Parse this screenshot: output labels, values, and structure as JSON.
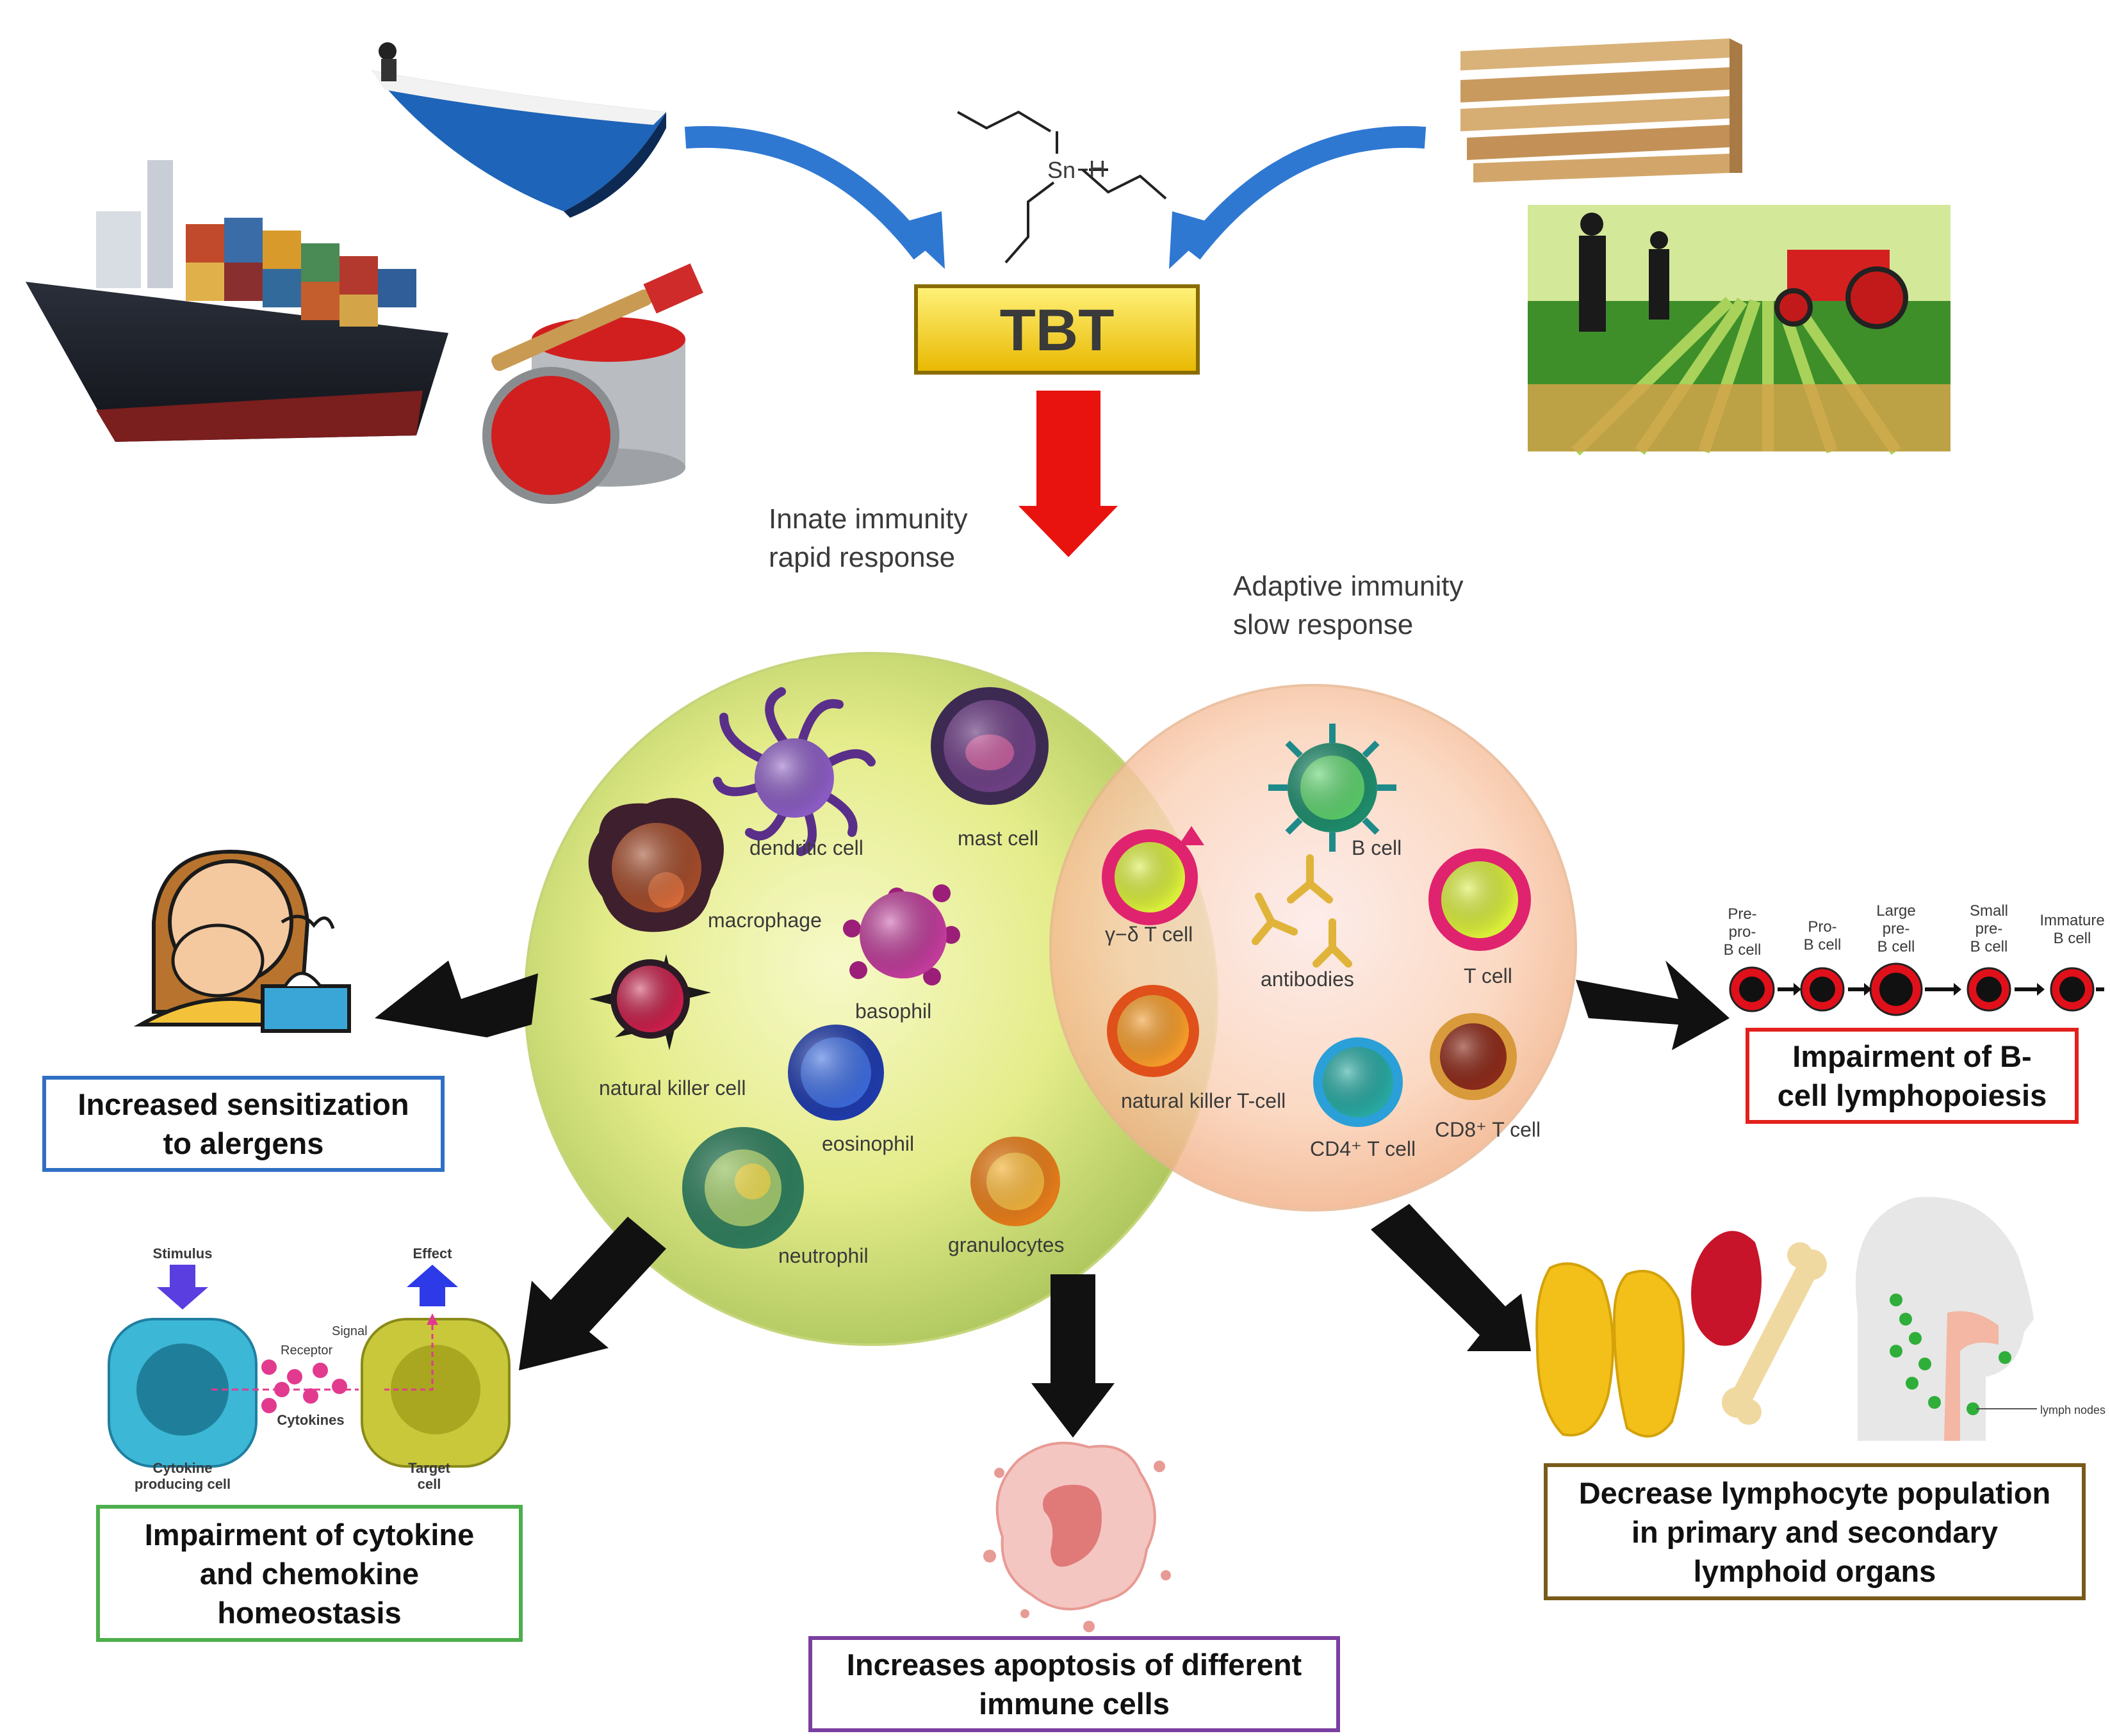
{
  "center": {
    "label": "TBT",
    "formula_sn": "Sn",
    "formula_h": "H"
  },
  "circles": {
    "innate": {
      "line1": "Innate immunity",
      "line2": "rapid response"
    },
    "adaptive": {
      "line1": "Adaptive immunity",
      "line2": "slow response"
    }
  },
  "cells": {
    "dendritic": "dendritic cell",
    "mast": "mast cell",
    "macrophage": "macrophage",
    "basophil": "basophil",
    "nk": "natural killer cell",
    "eosinophil": "eosinophil",
    "neutrophil": "neutrophil",
    "granulocytes": "granulocytes",
    "gamma_delta": "γ−δ T cell",
    "b_cell": "B cell",
    "antibodies": "antibodies",
    "t_cell": "T cell",
    "nkt": "natural killer T-cell",
    "cd4": "CD4⁺ T cell",
    "cd8": "CD8⁺ T cell"
  },
  "bcell_stages": [
    {
      "l1": "Pre-",
      "l2": "pro-",
      "l3": "B cell"
    },
    {
      "l1": "Pro-",
      "l2": "B cell",
      "l3": ""
    },
    {
      "l1": "Large",
      "l2": "pre-",
      "l3": "B cell"
    },
    {
      "l1": "Small",
      "l2": "pre-",
      "l3": "B cell"
    },
    {
      "l1": "Immature",
      "l2": "B cell",
      "l3": ""
    }
  ],
  "cytokine": {
    "stimulus": "Stimulus",
    "effect": "Effect",
    "signal": "Signal",
    "receptor": "Receptor",
    "cytokines": "Cytokines",
    "producing1": "Cytokine",
    "producing2": "producing cell",
    "target1": "Target",
    "target2": "cell"
  },
  "lymph_nodes": "lymph nodes",
  "outcomes": {
    "allergens": "Increased sensitization\nto alergens",
    "bcell": "Impairment of B-\ncell lymphopoiesis",
    "cytokine": "Impairment of cytokine\nand chemokine\nhomeostasis",
    "apoptosis": "Increases apoptosis of different\nimmune cells",
    "lymphocyte": "Decrease lymphocyte population\nin primary and secondary\nlymphoid organs"
  },
  "colors": {
    "tbt_fill": "#f6d800",
    "red_arrow": "#e8130f",
    "blue_arrow": "#2f78d2",
    "border_blue": "#2f6fc4",
    "border_red": "#e3211c",
    "border_green": "#4cae4c",
    "border_purple": "#7b3fa0",
    "border_brown": "#7a5a1a"
  }
}
